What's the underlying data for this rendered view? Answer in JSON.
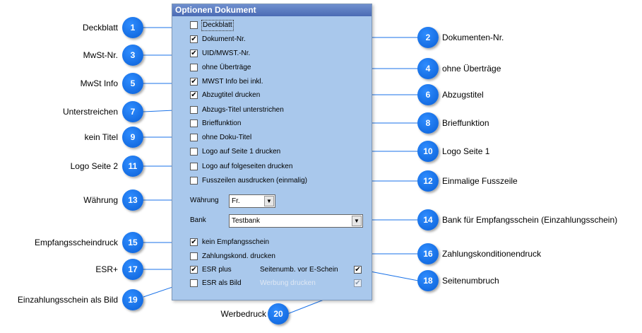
{
  "panel": {
    "title": "Optionen Dokument"
  },
  "options": {
    "deckblatt": {
      "label": "Deckblatt",
      "checked": false
    },
    "dokument_nr": {
      "label": "Dokument-Nr.",
      "checked": true
    },
    "uid_mwst": {
      "label": "UID/MWST.-Nr.",
      "checked": true
    },
    "ohne_uebertraege": {
      "label": "ohne Überträge",
      "checked": false
    },
    "mwst_info": {
      "label": "MWST Info bei inkl.",
      "checked": true
    },
    "abzugtitel": {
      "label": "Abzugtitel drucken",
      "checked": true
    },
    "abzugs_unterstrichen": {
      "label": "Abzugs-Titel unterstrichen",
      "checked": false
    },
    "brieffunktion": {
      "label": "Brieffunktion",
      "checked": false
    },
    "ohne_doku_titel": {
      "label": "ohne Doku-Titel",
      "checked": false
    },
    "logo_seite1": {
      "label": "Logo auf Seite 1 drucken",
      "checked": false
    },
    "logo_folgeseiten": {
      "label": "Logo auf folgeseiten drucken",
      "checked": false
    },
    "fusszeilen": {
      "label": "Fusszeilen ausdrucken (einmalig)",
      "checked": false
    },
    "kein_empfangsschein": {
      "label": "kein Empfangsschein",
      "checked": true
    },
    "zahlungskond": {
      "label": "Zahlungskond. drucken",
      "checked": false
    },
    "esr_plus": {
      "label": "ESR plus",
      "checked": true
    },
    "esr_bild": {
      "label": "ESR als Bild",
      "checked": false
    },
    "seitenumb": {
      "label": "Seitenumb. vor E-Schein",
      "checked": true
    },
    "werbung": {
      "label": "Werbung drucken",
      "checked": true
    }
  },
  "waehrung": {
    "label": "Währung",
    "value": "Fr."
  },
  "bank": {
    "label": "Bank",
    "value": "Testbank"
  },
  "callouts": {
    "c1": {
      "num": "1",
      "text": "Deckblatt"
    },
    "c2": {
      "num": "2",
      "text": "Dokumenten-Nr."
    },
    "c3": {
      "num": "3",
      "text": "MwSt-Nr."
    },
    "c4": {
      "num": "4",
      "text": "ohne Überträge"
    },
    "c5": {
      "num": "5",
      "text": "MwSt Info"
    },
    "c6": {
      "num": "6",
      "text": "Abzugstitel"
    },
    "c7": {
      "num": "7",
      "text": "Unterstreichen"
    },
    "c8": {
      "num": "8",
      "text": "Brieffunktion"
    },
    "c9": {
      "num": "9",
      "text": "kein Titel"
    },
    "c10": {
      "num": "10",
      "text": "Logo Seite 1"
    },
    "c11": {
      "num": "11",
      "text": "Logo Seite 2"
    },
    "c12": {
      "num": "12",
      "text": "Einmalige Fusszeile"
    },
    "c13": {
      "num": "13",
      "text": "Währung"
    },
    "c14": {
      "num": "14",
      "text": "Bank für Empfangsschein (Einzahlungsschein)"
    },
    "c15": {
      "num": "15",
      "text": "Empfangsscheindruck"
    },
    "c16": {
      "num": "16",
      "text": "Zahlungskonditionendruck"
    },
    "c17": {
      "num": "17",
      "text": "ESR+"
    },
    "c18": {
      "num": "18",
      "text": "Seitenumbruch"
    },
    "c19": {
      "num": "19",
      "text": "Einzahlungsschein als Bild"
    },
    "c20": {
      "num": "20",
      "text": "Werbedruck"
    }
  }
}
